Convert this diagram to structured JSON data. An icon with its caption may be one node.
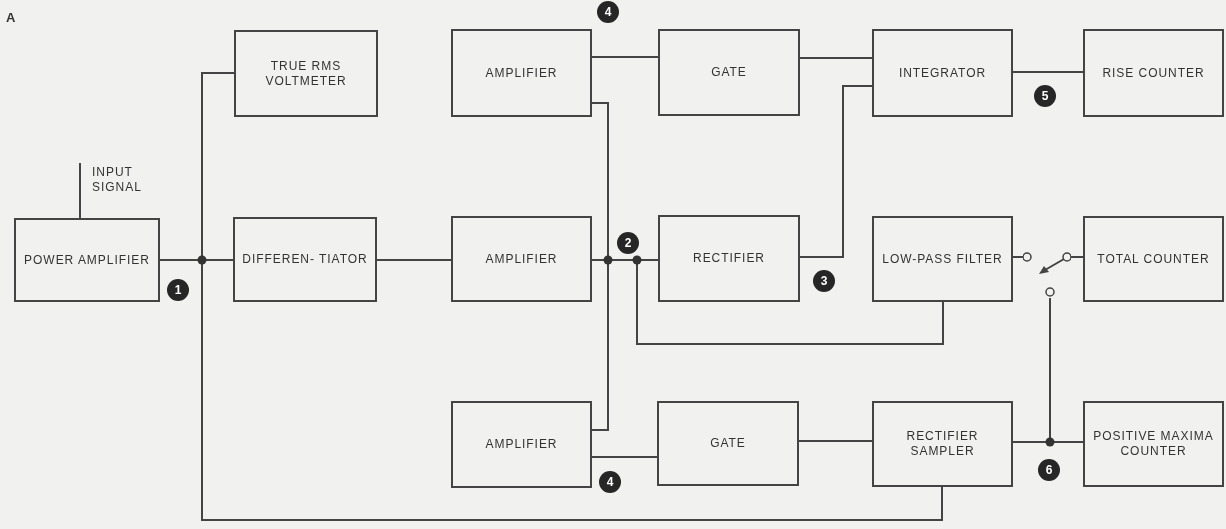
{
  "diagram": {
    "nodes": [
      {
        "text": [
          "POWER AMPLIFIER"
        ]
      },
      {
        "text": [
          "TRUE RMS VOLTMETER"
        ]
      },
      {
        "text": [
          "DIFFEREN- TIATOR"
        ]
      },
      {
        "text": [
          "AMPLIFIER"
        ]
      },
      {
        "text": [
          "GATE"
        ]
      },
      {
        "text": [
          "INTEGRATOR"
        ]
      },
      {
        "text": [
          "RISE COUNTER"
        ]
      },
      {
        "text": [
          "AMPLIFIER"
        ]
      },
      {
        "text": [
          "RECTIFIER"
        ]
      },
      {
        "text": [
          "LOW-PASS FILTER"
        ]
      },
      {
        "text": [
          "TOTAL COUNTER"
        ]
      },
      {
        "text": [
          "AMPLIFIER"
        ]
      },
      {
        "text": [
          "GATE"
        ]
      },
      {
        "text": [
          "RECTIFIER SAMPLER"
        ]
      },
      {
        "text": [
          "POSITIVE MAXIMA COUNTER"
        ]
      },
      {
        "text": [
          "INPUT SIGNAL"
        ]
      },
      {
        "text": [],
        "shape": "switch"
      }
    ],
    "edges": [
      {
        "from": 15,
        "to": 0,
        "arrow": "none"
      },
      {
        "from": 0,
        "to": 1,
        "arrow": "none"
      },
      {
        "from": 0,
        "to": 2,
        "arrow": "none"
      },
      {
        "from": 0,
        "to": 13,
        "arrow": "none"
      },
      {
        "from": 2,
        "to": 7,
        "arrow": "none"
      },
      {
        "from": 7,
        "to": 3,
        "arrow": "none"
      },
      {
        "from": 7,
        "to": 8,
        "arrow": "none"
      },
      {
        "from": 7,
        "to": 9,
        "arrow": "none"
      },
      {
        "from": 7,
        "to": 11,
        "arrow": "none"
      },
      {
        "from": 3,
        "to": 4,
        "arrow": "none"
      },
      {
        "from": 4,
        "to": 5,
        "arrow": "none"
      },
      {
        "from": 8,
        "to": 5,
        "arrow": "none"
      },
      {
        "from": 5,
        "to": 6,
        "arrow": "none"
      },
      {
        "from": 9,
        "to": 16,
        "arrow": "none"
      },
      {
        "from": 16,
        "to": 10,
        "arrow": "none"
      },
      {
        "from": 11,
        "to": 12,
        "arrow": "none"
      },
      {
        "from": 12,
        "to": 13,
        "arrow": "none"
      },
      {
        "from": 13,
        "to": 14,
        "arrow": "none"
      },
      {
        "from": 13,
        "to": 16,
        "arrow": "none"
      }
    ],
    "labels": [
      "A",
      "4",
      "5",
      "2",
      "3",
      "1",
      "6",
      "4"
    ]
  }
}
